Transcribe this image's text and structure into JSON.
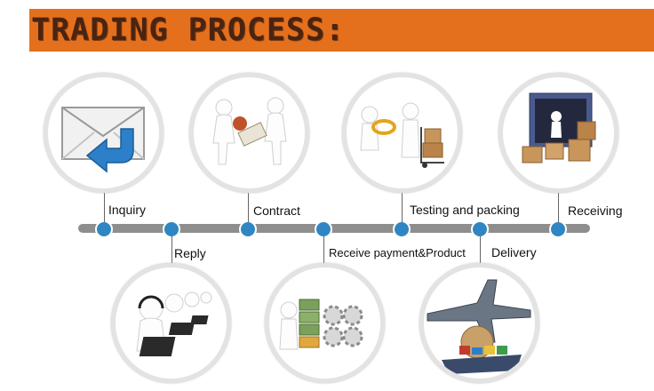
{
  "header": {
    "title": "TRADING PROCESS:"
  },
  "steps": [
    {
      "label": "Inquiry",
      "icon": "envelope-icon"
    },
    {
      "label": "Reply",
      "icon": "call-center-icon"
    },
    {
      "label": "Contract",
      "icon": "handshake-contract-icon"
    },
    {
      "label": "Receive payment&Product",
      "icon": "money-gears-icon"
    },
    {
      "label": "Testing and packing",
      "icon": "magnifier-cart-icon"
    },
    {
      "label": "Delivery",
      "icon": "airplane-ship-icon"
    },
    {
      "label": "Receiving",
      "icon": "container-boxes-icon"
    }
  ],
  "colors": {
    "banner": "#e46f1d",
    "title": "#4a2410",
    "node": "#2f86c2",
    "timeline": "#8e8e8e"
  }
}
